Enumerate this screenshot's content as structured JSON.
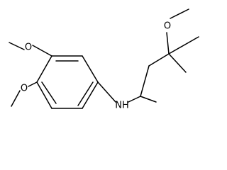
{
  "structure": {
    "atoms": {
      "o_top_left": "O",
      "o_left": "O",
      "nh": "NH",
      "o_top_right": "O"
    }
  }
}
